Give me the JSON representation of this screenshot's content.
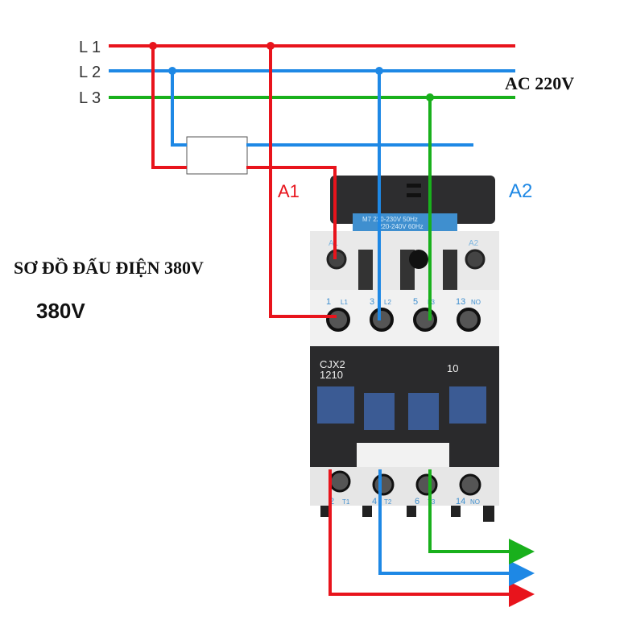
{
  "lines": [
    {
      "label": "L 1",
      "color": "#e8141c"
    },
    {
      "label": "L 2",
      "color": "#1e88e5"
    },
    {
      "label": "L 3",
      "color": "#19b01c"
    }
  ],
  "ac_label": "AC 220V",
  "title": "SƠ ĐỒ ĐẤU ĐIỆN 380V",
  "voltage_label": "380V",
  "coil_labels": {
    "a1": "A1",
    "a2": "A2"
  },
  "contactor": {
    "coil_rating_1": "M7 220-230V 50Hz",
    "coil_rating_2": "220-240V 60Hz",
    "model_1": "CJX2",
    "model_2": "1210",
    "aux": "10",
    "top_terminals": [
      "A1",
      "A2"
    ],
    "input_terminals": [
      {
        "num": "1",
        "name": "L1"
      },
      {
        "num": "3",
        "name": "L2"
      },
      {
        "num": "5",
        "name": "L3"
      },
      {
        "num": "13",
        "name": "NO"
      }
    ],
    "output_terminals": [
      {
        "num": "2",
        "name": "T1"
      },
      {
        "num": "4",
        "name": "T2"
      },
      {
        "num": "6",
        "name": "T3"
      },
      {
        "num": "14",
        "name": "NO"
      }
    ]
  }
}
